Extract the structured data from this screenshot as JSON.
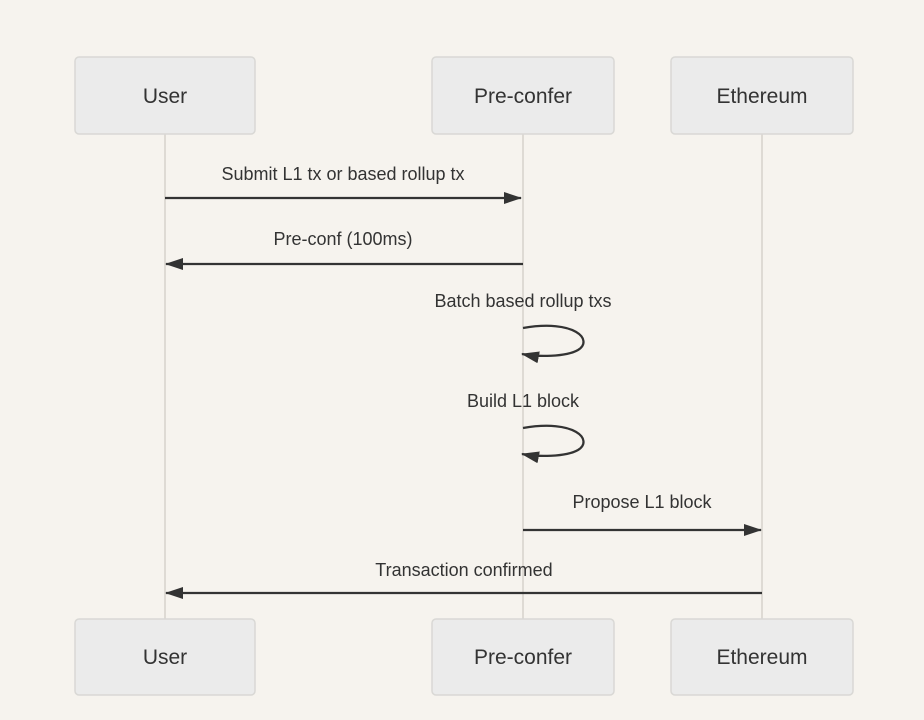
{
  "diagram": {
    "type": "sequence",
    "actors": [
      {
        "id": "user",
        "label": "User"
      },
      {
        "id": "pre-confer",
        "label": "Pre-confer"
      },
      {
        "id": "ethereum",
        "label": "Ethereum"
      }
    ],
    "messages": [
      {
        "from": "user",
        "to": "pre-confer",
        "label": "Submit L1 tx or based rollup tx",
        "style": "solid-arrow"
      },
      {
        "from": "pre-confer",
        "to": "user",
        "label": "Pre-conf (100ms)",
        "style": "solid-arrow"
      },
      {
        "from": "pre-confer",
        "to": "pre-confer",
        "label": "Batch based rollup txs",
        "style": "self-loop"
      },
      {
        "from": "pre-confer",
        "to": "pre-confer",
        "label": "Build L1 block",
        "style": "self-loop"
      },
      {
        "from": "pre-confer",
        "to": "ethereum",
        "label": "Propose L1 block",
        "style": "solid-arrow"
      },
      {
        "from": "ethereum",
        "to": "user",
        "label": "Transaction confirmed",
        "style": "solid-arrow"
      }
    ],
    "colors": {
      "background": "#f6f3ee",
      "actor_fill": "#ebebeb",
      "actor_border": "#d9d8d5",
      "lifeline": "#d5d2cc",
      "arrow": "#333333",
      "text": "#333333"
    }
  }
}
